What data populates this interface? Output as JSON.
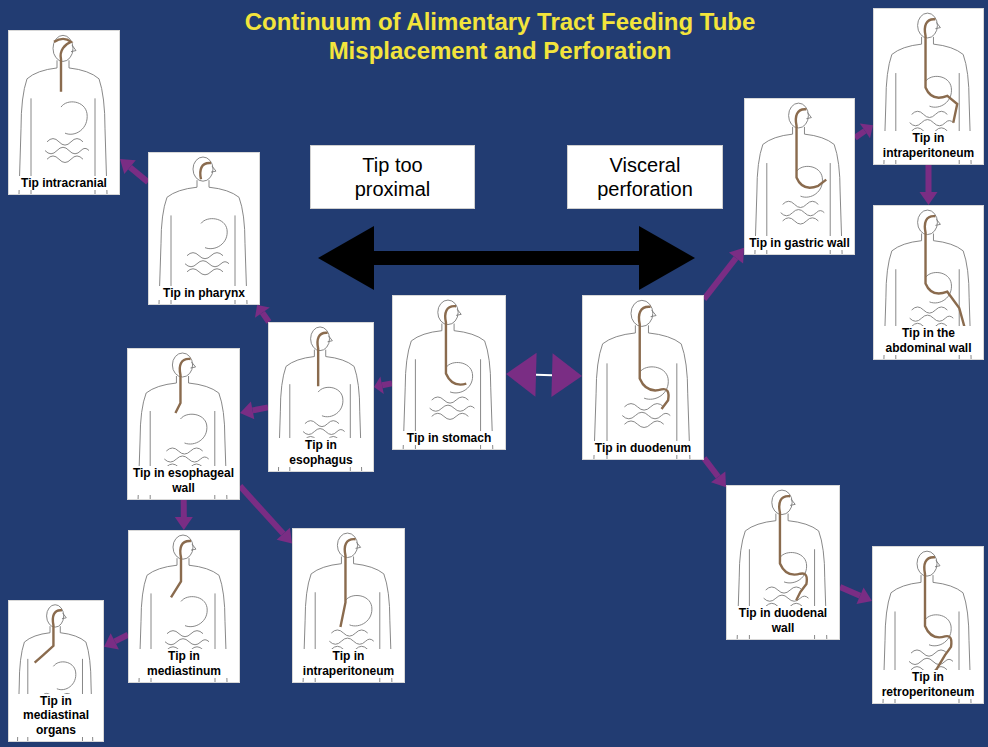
{
  "diagram": {
    "title": "Continuum of Alimentary Tract Feeding Tube Misplacement and Perforation",
    "nodes": [
      {
        "text": [
          "Tip intracranial"
        ]
      },
      {
        "text": [
          "Tip in intraperitoneum"
        ]
      },
      {
        "text": [
          "Tip too proximal"
        ]
      },
      {
        "text": [
          "Visceral perforation"
        ]
      },
      {
        "text": [
          "Tip in gastric wall"
        ]
      },
      {
        "text": [
          "Tip in pharynx"
        ]
      },
      {
        "text": [
          "Tip in the abdominal wall"
        ]
      },
      {
        "text": [
          "Tip in esophagus"
        ]
      },
      {
        "text": [
          "Tip in stomach"
        ]
      },
      {
        "text": [
          "Tip in duodenum"
        ]
      },
      {
        "text": [
          "Tip in esophageal wall"
        ]
      },
      {
        "text": [
          "Tip in intraperitoneum"
        ]
      },
      {
        "text": [
          "Tip in duodenal wall"
        ]
      },
      {
        "text": [
          "Tip in retroperitoneum"
        ]
      },
      {
        "text": [
          "Tip in mediastinum"
        ]
      },
      {
        "text": [
          "Tip in mediastinal organs"
        ]
      }
    ],
    "edges": [
      {
        "from": 8,
        "to": 7,
        "arrow": "to"
      },
      {
        "from": 7,
        "to": 5,
        "arrow": "to"
      },
      {
        "from": 5,
        "to": 0,
        "arrow": "to"
      },
      {
        "from": 7,
        "to": 10,
        "arrow": "to"
      },
      {
        "from": 10,
        "to": 14,
        "arrow": "to"
      },
      {
        "from": 10,
        "to": 11,
        "arrow": "to"
      },
      {
        "from": 14,
        "to": 15,
        "arrow": "to"
      },
      {
        "from": 8,
        "to": 9,
        "arrow": "both"
      },
      {
        "from": 9,
        "to": 4,
        "arrow": "to"
      },
      {
        "from": 4,
        "to": 1,
        "arrow": "to"
      },
      {
        "from": 1,
        "to": 6,
        "arrow": "to"
      },
      {
        "from": 9,
        "to": 12,
        "arrow": "to"
      },
      {
        "from": 12,
        "to": 13,
        "arrow": "to"
      }
    ]
  }
}
